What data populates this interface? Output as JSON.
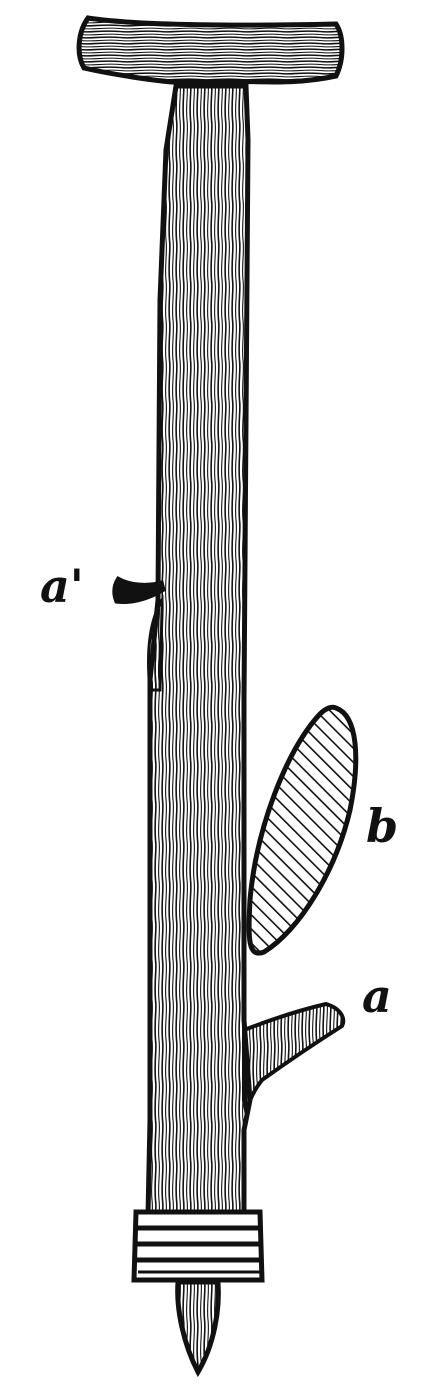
{
  "figure": {
    "labels": {
      "a_prime": "a'",
      "a": "a",
      "b": "b"
    },
    "colors": {
      "ink": "#111111",
      "paper": "#ffffff"
    }
  }
}
